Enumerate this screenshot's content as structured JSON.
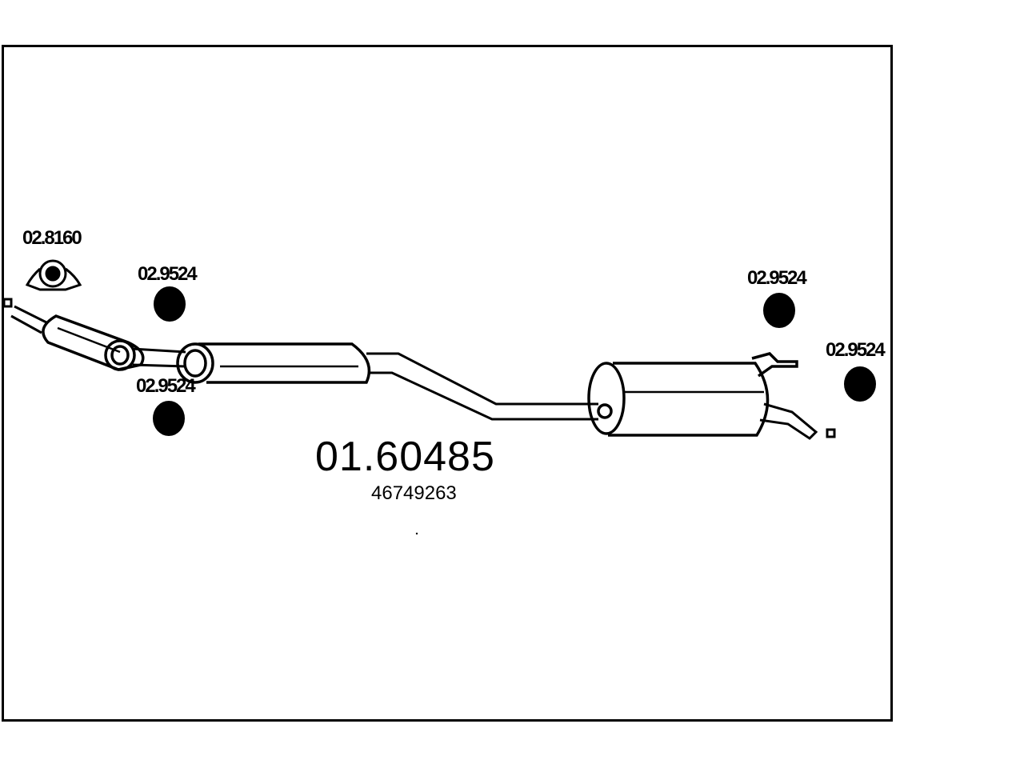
{
  "diagram": {
    "part_number": "01.60485",
    "oe_number": "46749263",
    "callouts": [
      {
        "id": "clamp-front",
        "code": "02.8160"
      },
      {
        "id": "hanger-front-upper",
        "code": "02.9524"
      },
      {
        "id": "hanger-front-lower",
        "code": "02.9524"
      },
      {
        "id": "hanger-rear-upper",
        "code": "02.9524"
      },
      {
        "id": "hanger-rear-right",
        "code": "02.9524"
      }
    ]
  }
}
